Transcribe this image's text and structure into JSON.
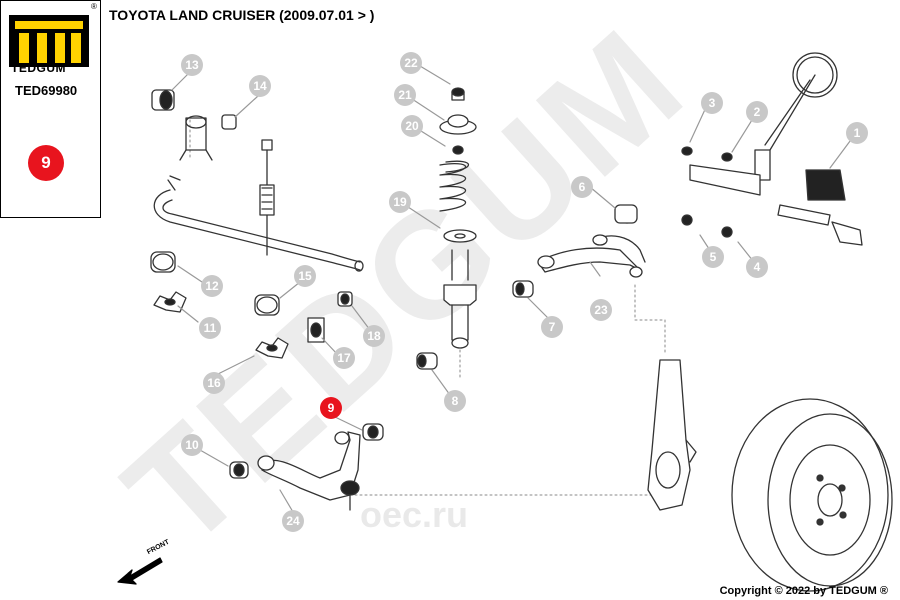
{
  "header": {
    "brand": "TEDGUM",
    "registered_mark": "®",
    "part_number": "TED69980",
    "highlight_position": "9",
    "title": "TOYOTA LAND CRUISER  (2009.07.01 > )"
  },
  "watermark": {
    "text": "TEDGUM",
    "shop_text": "oec.ru"
  },
  "forward_label": "FRONT",
  "footer": {
    "copyright": "Copyright © 2022 by TEDGUM ®"
  },
  "colors": {
    "accent": "#e8141e",
    "callout": "#c8c8c8",
    "line": "#333333"
  },
  "callouts": [
    {
      "id": "1",
      "hot": false
    },
    {
      "id": "2",
      "hot": false
    },
    {
      "id": "3",
      "hot": false
    },
    {
      "id": "4",
      "hot": false
    },
    {
      "id": "5",
      "hot": false
    },
    {
      "id": "6",
      "hot": false
    },
    {
      "id": "7",
      "hot": false
    },
    {
      "id": "8",
      "hot": false
    },
    {
      "id": "9",
      "hot": true
    },
    {
      "id": "10",
      "hot": false
    },
    {
      "id": "11",
      "hot": false
    },
    {
      "id": "12",
      "hot": false
    },
    {
      "id": "13",
      "hot": false
    },
    {
      "id": "14",
      "hot": false
    },
    {
      "id": "15",
      "hot": false
    },
    {
      "id": "16",
      "hot": false
    },
    {
      "id": "17",
      "hot": false
    },
    {
      "id": "18",
      "hot": false
    },
    {
      "id": "19",
      "hot": false
    },
    {
      "id": "20",
      "hot": false
    },
    {
      "id": "21",
      "hot": false
    },
    {
      "id": "22",
      "hot": false
    },
    {
      "id": "23",
      "hot": false
    },
    {
      "id": "24",
      "hot": false
    }
  ]
}
